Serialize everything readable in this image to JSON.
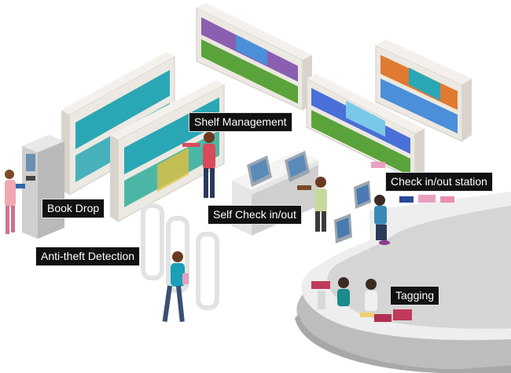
{
  "labels": {
    "shelf_management": "Shelf Management",
    "book_drop": "Book Drop",
    "self_check": "Self Check in/out",
    "check_station": "Check in/out station",
    "anti_theft": "Anti-theft Detection",
    "tagging": "Tagging"
  },
  "colors": {
    "label_bg": "#111111",
    "label_text": "#ffffff",
    "shelf_side": "#d8d3cc",
    "shelf_front": "#ece8e2",
    "book_teal": "#2aa7b4",
    "book_purple": "#8a5fb0",
    "book_green": "#5aa33a",
    "desk_top": "#f2f2f2",
    "desk_side": "#bdbdbd"
  }
}
